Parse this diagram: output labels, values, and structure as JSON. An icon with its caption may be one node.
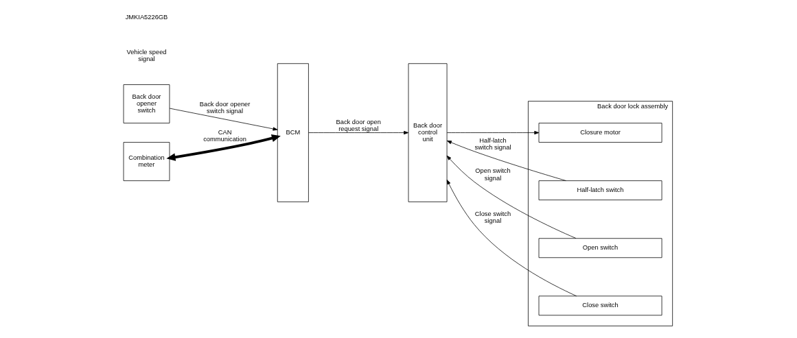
{
  "diagram": {
    "nodes": [
      {
        "text": [
          "Back door opener switch"
        ]
      },
      {
        "text": [
          "Combination meter"
        ]
      },
      {
        "text": [
          "BCM"
        ]
      },
      {
        "text": [
          "Back door control unit"
        ]
      },
      {
        "text": [
          "Back door lock assembly"
        ]
      },
      {
        "text": [
          "Closure motor"
        ],
        "in": 4
      },
      {
        "text": [
          "Half-latch switch"
        ],
        "in": 4
      },
      {
        "text": [
          "Open switch"
        ],
        "in": 4
      },
      {
        "text": [
          "Close switch"
        ],
        "in": 4
      }
    ],
    "edges": [
      {
        "from": 0,
        "to": 2,
        "arrow": "to",
        "label": "Back door opener switch signal"
      },
      {
        "from": 1,
        "to": 2,
        "arrow": "both",
        "label": "CAN communication",
        "style": "thick"
      },
      {
        "from": 2,
        "to": 3,
        "arrow": "to",
        "label": "Back door open request signal"
      },
      {
        "from": 3,
        "to": 5,
        "arrow": "to"
      },
      {
        "from": 6,
        "to": 3,
        "arrow": "to",
        "label": "Half-latch switch signal"
      },
      {
        "from": 7,
        "to": 3,
        "arrow": "to",
        "label": "Open switch signal"
      },
      {
        "from": 8,
        "to": 3,
        "arrow": "to",
        "label": "Close switch signal"
      }
    ],
    "labels": [
      "Vehicle speed signal",
      "JMKIA5226GB"
    ]
  }
}
